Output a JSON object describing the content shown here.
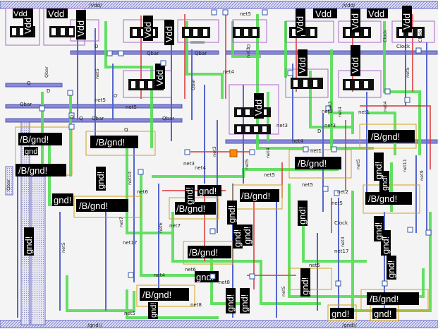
{
  "window": {
    "title": ""
  },
  "rails": {
    "top": "/Vdd/",
    "bottom": "/gnd!/"
  },
  "labels": {
    "vdd": "Vdd",
    "b_gnd": "/B/gnd!",
    "gnd": "gnd!",
    "q": "Q",
    "qbar": "Qbar",
    "d": "D",
    "clock": "Clock",
    "net1": "net1",
    "net2": "net2",
    "net3": "net3",
    "net4": "net4",
    "net5": "net5",
    "net6": "net6",
    "net7": "net7",
    "net8": "net8",
    "net9": "net9",
    "net10": "net10",
    "net11": "net11",
    "net17": "net17"
  },
  "colors": {
    "metal1": "#6666cc",
    "metal2": "#44cc44",
    "poly": "#cc3333",
    "nwell": "#aa66cc",
    "active": "#d4a017",
    "contact": "#3355aa",
    "via": "#ff8800",
    "label_bg": "#000000",
    "label_fg": "#ffffff",
    "background": "#f4f4f4"
  }
}
